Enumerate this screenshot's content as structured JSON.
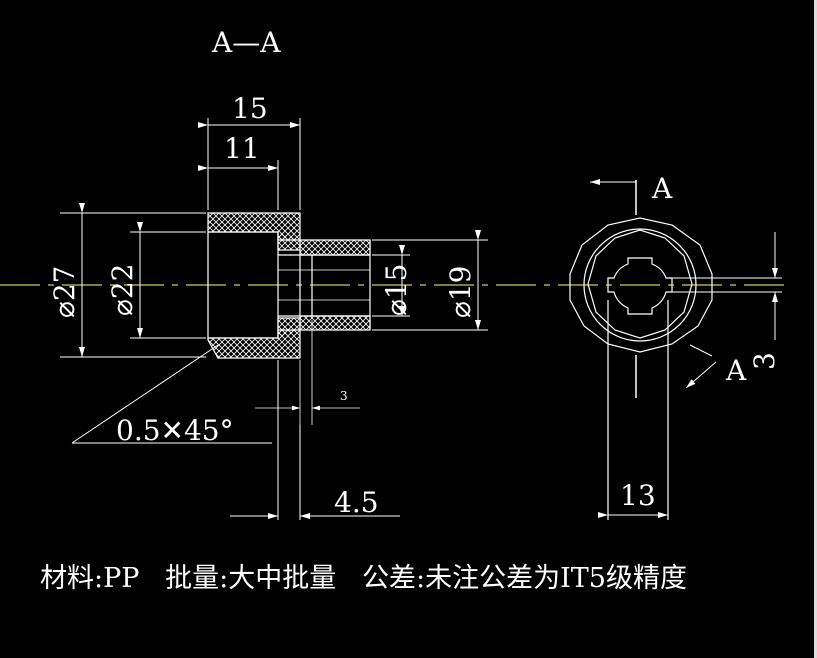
{
  "section_title": "A—A",
  "dimensions": {
    "length_15": "15",
    "length_11": "11",
    "dia_27": "⌀27",
    "dia_22": "⌀22",
    "dia_15": "⌀15",
    "dia_19": "⌀19",
    "chamfer": "0.5✕45°",
    "small_3": "3",
    "length_4_5": "4.5",
    "width_13": "13",
    "right_3": "3"
  },
  "section_markers": {
    "top": "A",
    "bottom": "A"
  },
  "notes": "材料:PP   批量:大中批量   公差:未注公差为IT5级精度",
  "colors": {
    "background": "#000000",
    "line": "#ffffff",
    "center_line": "#ffff66",
    "hatch": "#ffffff"
  }
}
